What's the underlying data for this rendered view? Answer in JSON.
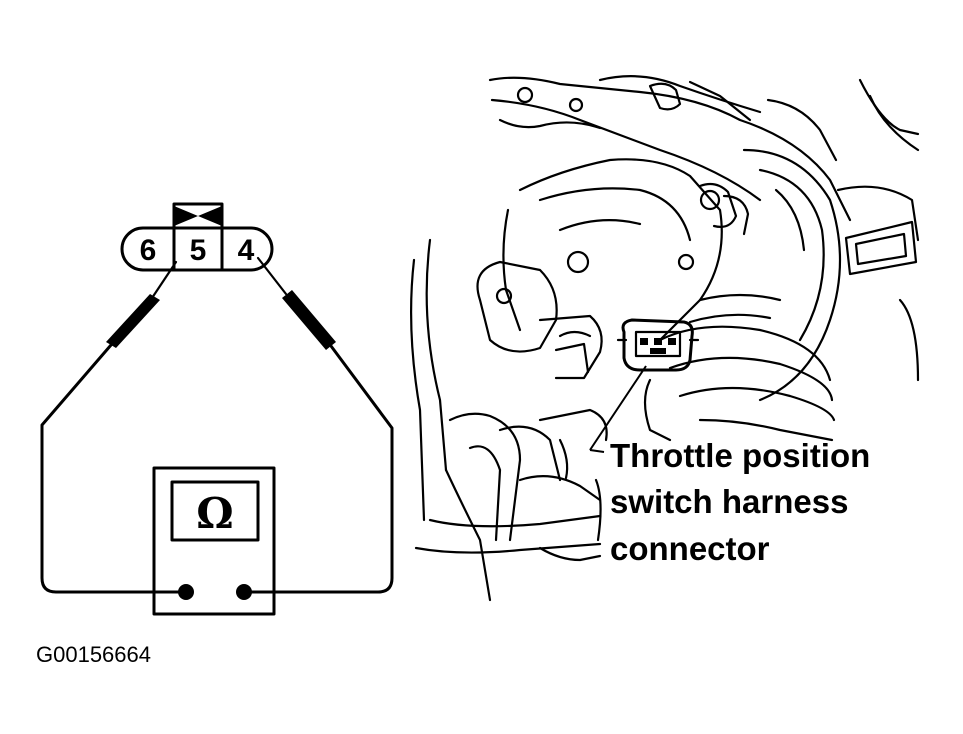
{
  "connector": {
    "pins": [
      "6",
      "5",
      "4"
    ]
  },
  "meter": {
    "symbol": "Ω"
  },
  "callout": {
    "lines": [
      "Throttle position",
      "switch harness",
      "connector"
    ]
  },
  "figure_id": "G00156664"
}
